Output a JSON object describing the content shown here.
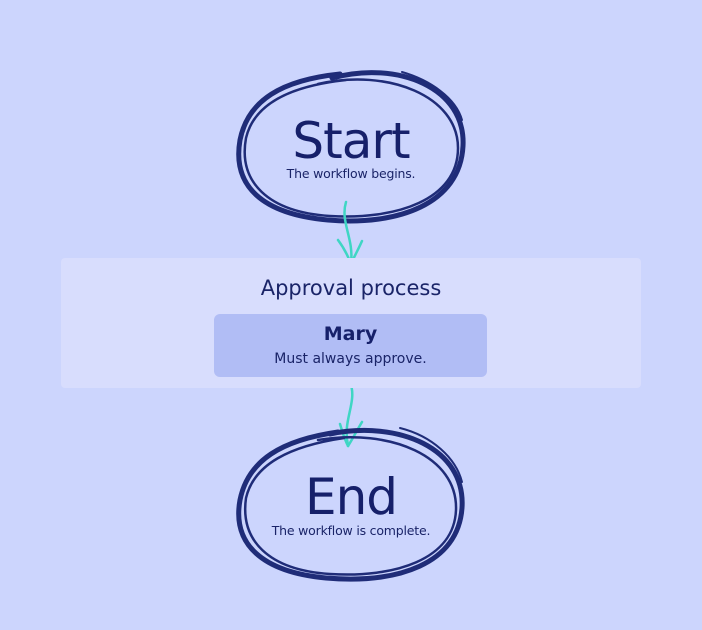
{
  "start": {
    "title": "Start",
    "description": "The workflow begins."
  },
  "process": {
    "title": "Approval process",
    "approver": {
      "name": "Mary",
      "description": "Must always approve."
    }
  },
  "end": {
    "title": "End",
    "description": "The workflow is complete."
  },
  "colors": {
    "background": "#ccd5fd",
    "circle_stroke": "#1f2c78",
    "arrow": "#3fd6c4",
    "process_panel": "#d8ddfd",
    "approver_card": "#b1bdf5",
    "text": "#16206a"
  }
}
